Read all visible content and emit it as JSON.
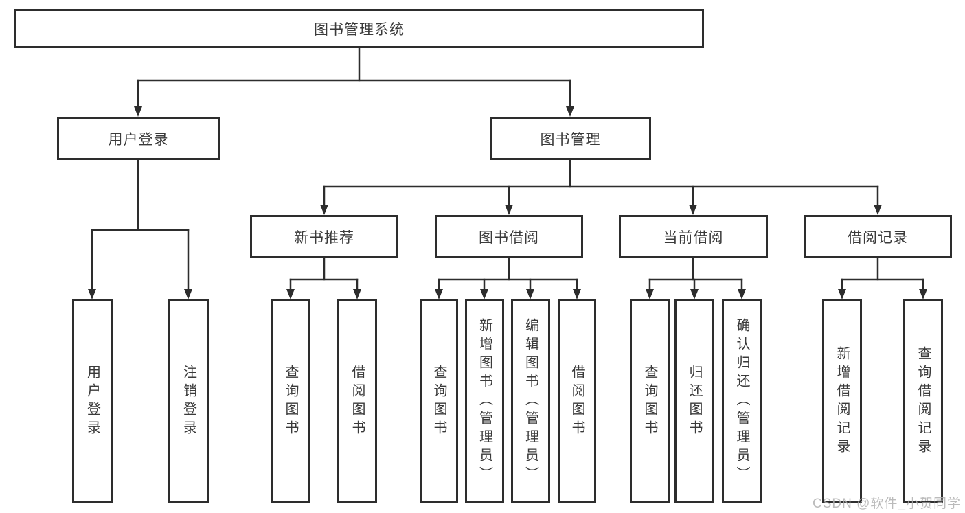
{
  "tree": {
    "root": "图书管理系统",
    "branches": [
      {
        "label": "用户登录",
        "leaves": [
          "用户登录",
          "注销登录"
        ]
      },
      {
        "label": "图书管理",
        "children": [
          {
            "label": "新书推荐",
            "leaves": [
              "查询图书",
              "借阅图书"
            ]
          },
          {
            "label": "图书借阅",
            "leaves": [
              "查询图书",
              "新增图书（管理员）",
              "编辑图书（管理员）",
              "借阅图书"
            ]
          },
          {
            "label": "当前借阅",
            "leaves": [
              "查询图书",
              "归还图书",
              "确认归还（管理员）"
            ]
          },
          {
            "label": "借阅记录",
            "leaves": [
              "新增借阅记录",
              "查询借阅记录"
            ]
          }
        ]
      }
    ]
  },
  "watermark": "CSDN @软件_小贺同学",
  "colors": {
    "line": "#2d2d2d",
    "text": "#3a3a3a",
    "watermark": "#afafaf",
    "background": "#ffffff"
  }
}
